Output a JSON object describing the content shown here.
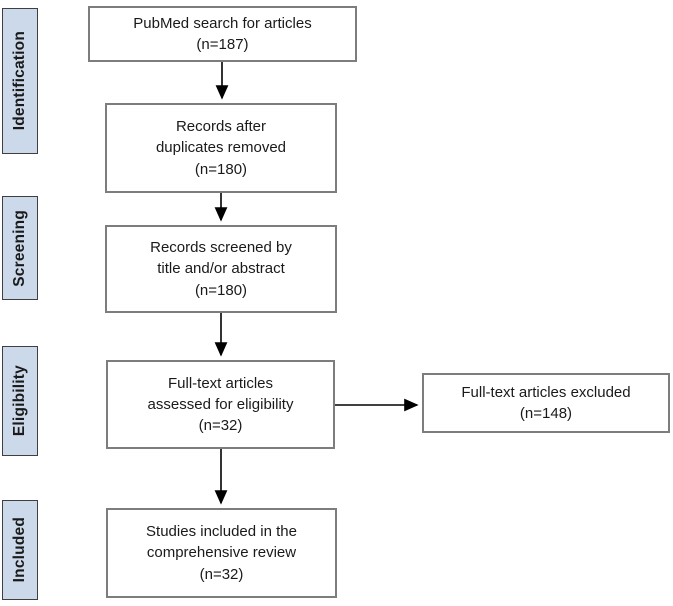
{
  "stages": [
    {
      "label": "Identification"
    },
    {
      "label": "Screening"
    },
    {
      "label": "Eligibility"
    },
    {
      "label": "Included"
    }
  ],
  "boxes": {
    "search": {
      "text": "PubMed search for articles\n(n=187)"
    },
    "duplicates": {
      "text": "Records after\nduplicates removed\n(n=180)"
    },
    "screened": {
      "text": "Records screened by\ntitle and/or abstract\n(n=180)"
    },
    "fulltext": {
      "text": "Full-text articles\nassessed for eligibility\n(n=32)"
    },
    "excluded": {
      "text": "Full-text articles excluded\n(n=148)"
    },
    "included": {
      "text": "Studies included in the\ncomprehensive review\n(n=32)"
    }
  },
  "counts": {
    "search": 187,
    "after_duplicates": 180,
    "screened": 180,
    "fulltext_assessed": 32,
    "fulltext_excluded": 148,
    "included": 32
  },
  "colors": {
    "stage_fill": "#ccd9eb",
    "stage_border": "#3f3f3f",
    "box_border": "#7d7d7d",
    "arrow": "#000000",
    "text": "#1a1a1a"
  }
}
